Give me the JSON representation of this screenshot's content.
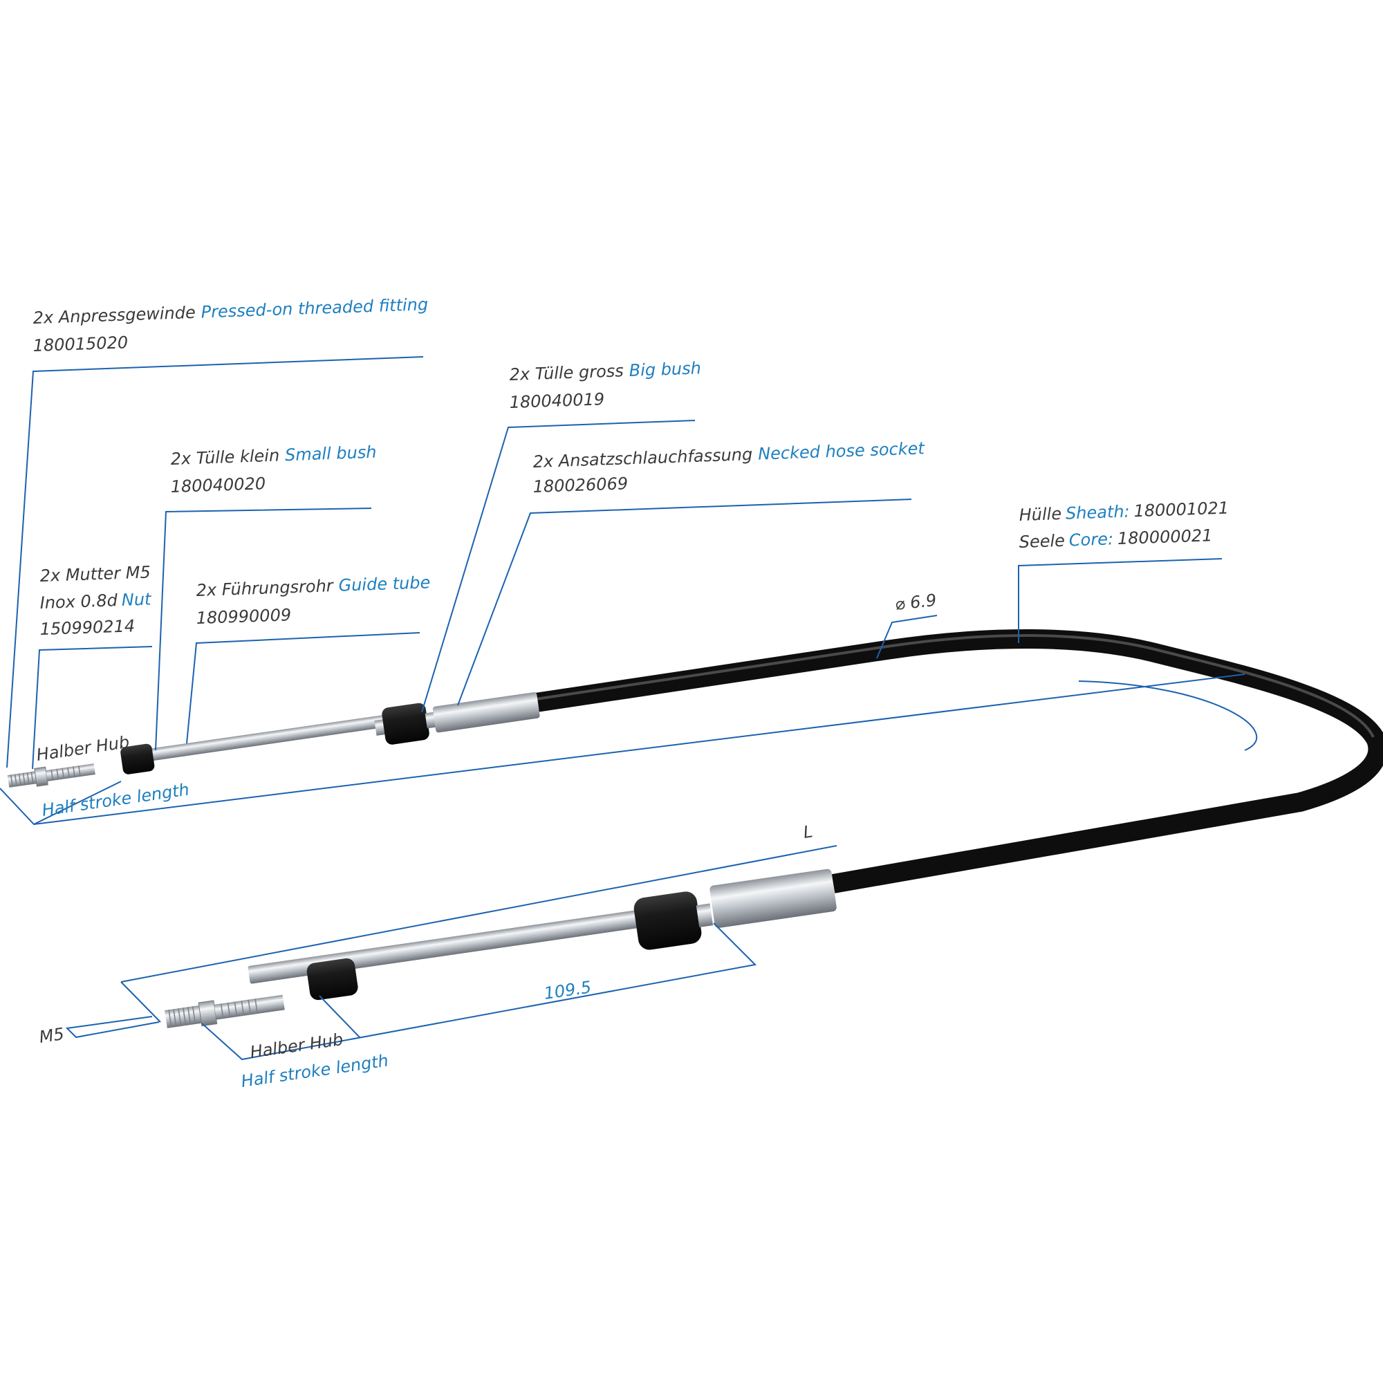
{
  "colors": {
    "leader": "#1b62b0",
    "label_english": "#1e7fbf",
    "label_german": "#3a3a3a",
    "sheath": "#141414",
    "steel": "#c8ccd2",
    "bush": "#161616"
  },
  "labels": {
    "threaded_fitting": {
      "de": "2x Anpressgewinde",
      "en": "Pressed-on threaded fitting",
      "part_no": "180015020"
    },
    "small_bush": {
      "de": "2x Tülle klein",
      "en": "Small bush",
      "part_no": "180040020"
    },
    "big_bush": {
      "de": "2x Tülle gross",
      "en": "Big bush",
      "part_no": "180040019"
    },
    "hose_socket": {
      "de": "2x Ansatzschlauchfassung",
      "en": "Necked hose socket",
      "part_no": "180026069"
    },
    "sheath_core": {
      "sheath_de": "Hülle",
      "sheath_en": "Sheath:",
      "sheath_no": "180001021",
      "core_de": "Seele",
      "core_en": "Core:",
      "core_no": "180000021"
    },
    "nut": {
      "line1": "2x Mutter M5",
      "line2_de": "Inox 0.8d",
      "line2_en": "Nut",
      "part_no": "150990214"
    },
    "guide_tube": {
      "de": "2x Führungsrohr",
      "en": "Guide tube",
      "part_no": "180990009"
    }
  },
  "dimensions": {
    "diameter": "⌀ 6.9",
    "length": "L",
    "socket_length": "109.5",
    "thread": "M5",
    "half_stroke_top": {
      "de": "Halber Hub",
      "en": "Half stroke length"
    },
    "half_stroke_bottom": {
      "de": "Halber Hub",
      "en": "Half stroke length"
    }
  }
}
